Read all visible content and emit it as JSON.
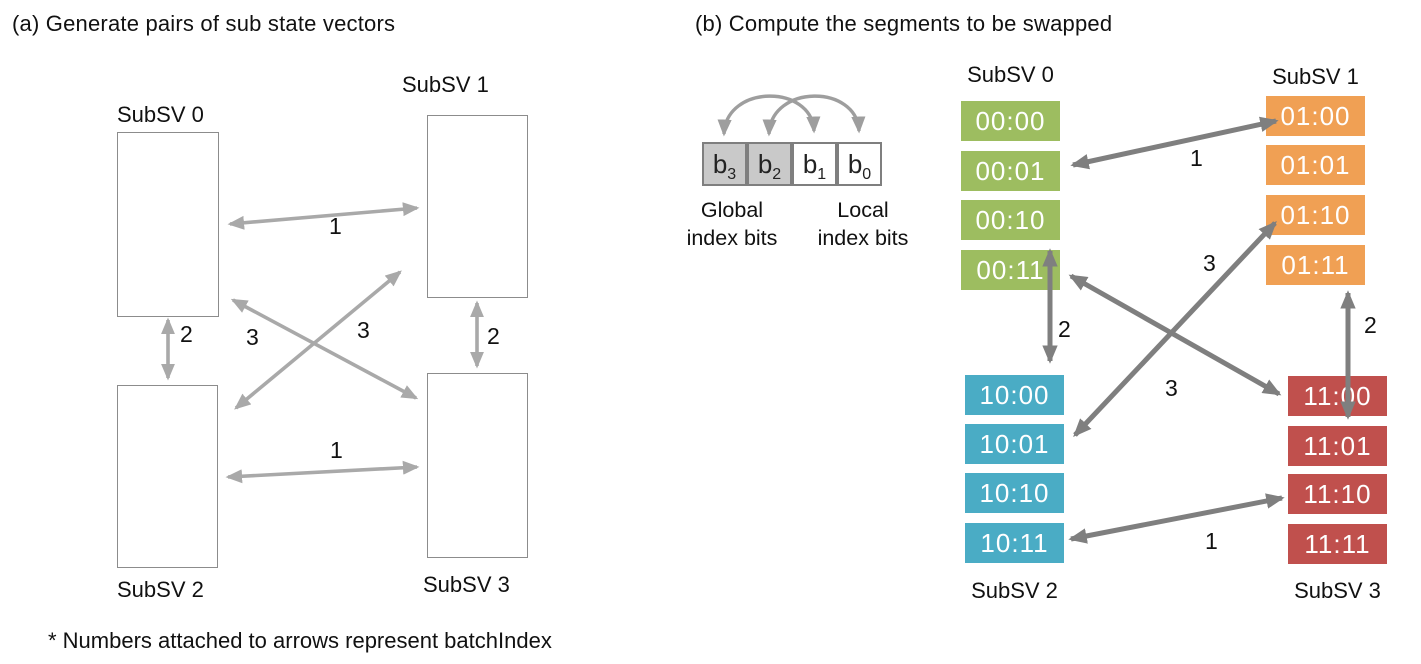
{
  "panel_a": {
    "title": "(a) Generate pairs of sub state vectors",
    "boxes": [
      {
        "label": "SubSV 0"
      },
      {
        "label": "SubSV 1"
      },
      {
        "label": "SubSV 2"
      },
      {
        "label": "SubSV 3"
      }
    ],
    "arrows": [
      {
        "label": "1",
        "from": "SubSV 0",
        "to": "SubSV 1"
      },
      {
        "label": "2",
        "from": "SubSV 0",
        "to": "SubSV 2"
      },
      {
        "label": "2",
        "from": "SubSV 1",
        "to": "SubSV 3"
      },
      {
        "label": "3",
        "from": "SubSV 0",
        "to": "SubSV 3"
      },
      {
        "label": "3",
        "from": "SubSV 1",
        "to": "SubSV 2"
      },
      {
        "label": "1",
        "from": "SubSV 2",
        "to": "SubSV 3"
      }
    ],
    "footnote": "* Numbers attached to arrows represent batchIndex"
  },
  "panel_b": {
    "title": "(b) Compute the segments to be swapped",
    "bit_diagram": {
      "bits": [
        {
          "base": "b",
          "sub": "3",
          "shaded": true
        },
        {
          "base": "b",
          "sub": "2",
          "shaded": true
        },
        {
          "base": "b",
          "sub": "1",
          "shaded": false
        },
        {
          "base": "b",
          "sub": "0",
          "shaded": false
        }
      ],
      "swaps": [
        {
          "from": "b3",
          "to": "b1"
        },
        {
          "from": "b2",
          "to": "b0"
        }
      ],
      "global_label_lines": [
        "Global",
        "index bits"
      ],
      "local_label_lines": [
        "Local",
        "index bits"
      ]
    },
    "columns": [
      {
        "label": "SubSV 0",
        "color": "#9DBD60",
        "label_position": "top",
        "cells": [
          "00:00",
          "00:01",
          "00:10",
          "00:11"
        ]
      },
      {
        "label": "SubSV 1",
        "color": "#F0A054",
        "label_position": "top",
        "cells": [
          "01:00",
          "01:01",
          "01:10",
          "01:11"
        ]
      },
      {
        "label": "SubSV 2",
        "color": "#4AACC5",
        "label_position": "bottom",
        "cells": [
          "10:00",
          "10:01",
          "10:10",
          "10:11"
        ]
      },
      {
        "label": "SubSV 3",
        "color": "#C0504D",
        "label_position": "bottom",
        "cells": [
          "11:00",
          "11:01",
          "11:10",
          "11:11"
        ]
      }
    ],
    "arrows": [
      {
        "label": "1",
        "from": "00:01",
        "to": "01:00"
      },
      {
        "label": "2",
        "from": "00:11",
        "to": "10:00"
      },
      {
        "label": "2",
        "from": "01:11",
        "to": "11:01"
      },
      {
        "label": "3",
        "from": "00:11",
        "to": "11:00"
      },
      {
        "label": "3",
        "from": "10:01",
        "to": "01:10"
      },
      {
        "label": "1",
        "from": "10:11",
        "to": "11:10"
      }
    ]
  },
  "colors": {
    "panel_a_arrow": "#A9A9A9",
    "panel_b_arrow": "#7F7F7F",
    "bit_arc": "#9E9E9E",
    "bit_shaded_fill": "#C9C9C9",
    "box_border": "#8C8C8C"
  }
}
